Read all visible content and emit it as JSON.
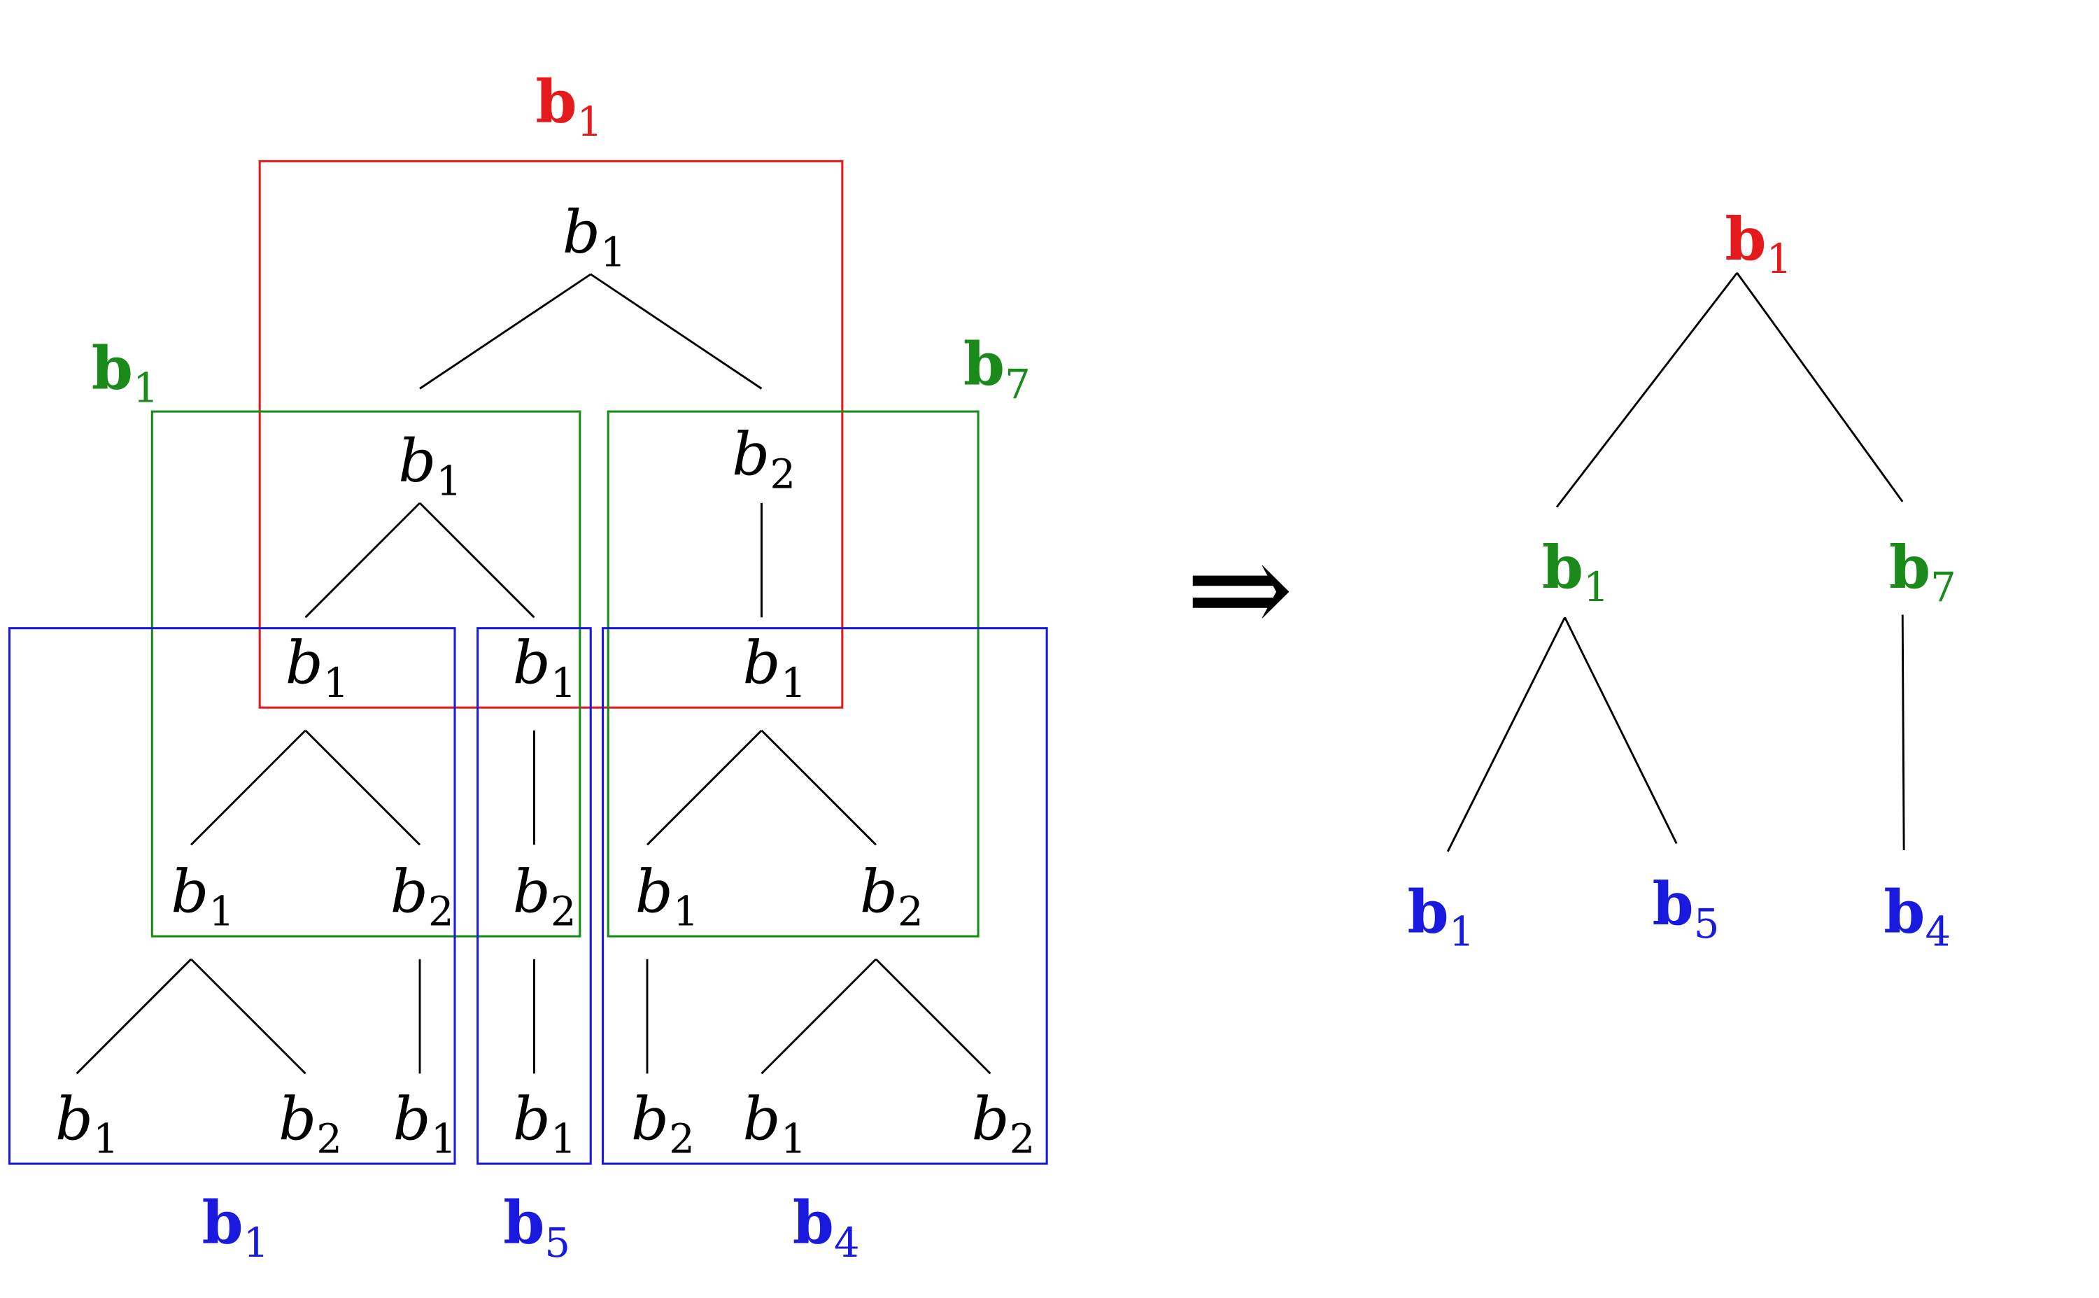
{
  "colors": {
    "red": "#e41a1c",
    "green": "#1a8a1a",
    "blue": "#1a1adf",
    "black": "#000000"
  },
  "left_tree": {
    "root": {
      "base": "b",
      "sub": "1"
    },
    "level1": [
      {
        "base": "b",
        "sub": "1"
      },
      {
        "base": "b",
        "sub": "2"
      }
    ],
    "level2": [
      {
        "base": "b",
        "sub": "1"
      },
      {
        "base": "b",
        "sub": "1"
      },
      {
        "base": "b",
        "sub": "1"
      }
    ],
    "level3": [
      {
        "base": "b",
        "sub": "1"
      },
      {
        "base": "b",
        "sub": "2"
      },
      {
        "base": "b",
        "sub": "2"
      },
      {
        "base": "b",
        "sub": "1"
      },
      {
        "base": "b",
        "sub": "2"
      }
    ],
    "level4": [
      {
        "base": "b",
        "sub": "1"
      },
      {
        "base": "b",
        "sub": "2"
      },
      {
        "base": "b",
        "sub": "1"
      },
      {
        "base": "b",
        "sub": "1"
      },
      {
        "base": "b",
        "sub": "2"
      },
      {
        "base": "b",
        "sub": "1"
      },
      {
        "base": "b",
        "sub": "2"
      }
    ]
  },
  "box_labels": {
    "red_top": {
      "base": "b",
      "sub": "1"
    },
    "green_left": {
      "base": "b",
      "sub": "1"
    },
    "green_right": {
      "base": "b",
      "sub": "7"
    },
    "blue_left": {
      "base": "b",
      "sub": "1"
    },
    "blue_middle": {
      "base": "b",
      "sub": "5"
    },
    "blue_right": {
      "base": "b",
      "sub": "4"
    }
  },
  "arrow_symbol": "⇒",
  "right_tree": {
    "root": {
      "base": "b",
      "sub": "1"
    },
    "level1": [
      {
        "base": "b",
        "sub": "1"
      },
      {
        "base": "b",
        "sub": "7"
      }
    ],
    "level2": [
      {
        "base": "b",
        "sub": "1"
      },
      {
        "base": "b",
        "sub": "5"
      },
      {
        "base": "b",
        "sub": "4"
      }
    ]
  }
}
